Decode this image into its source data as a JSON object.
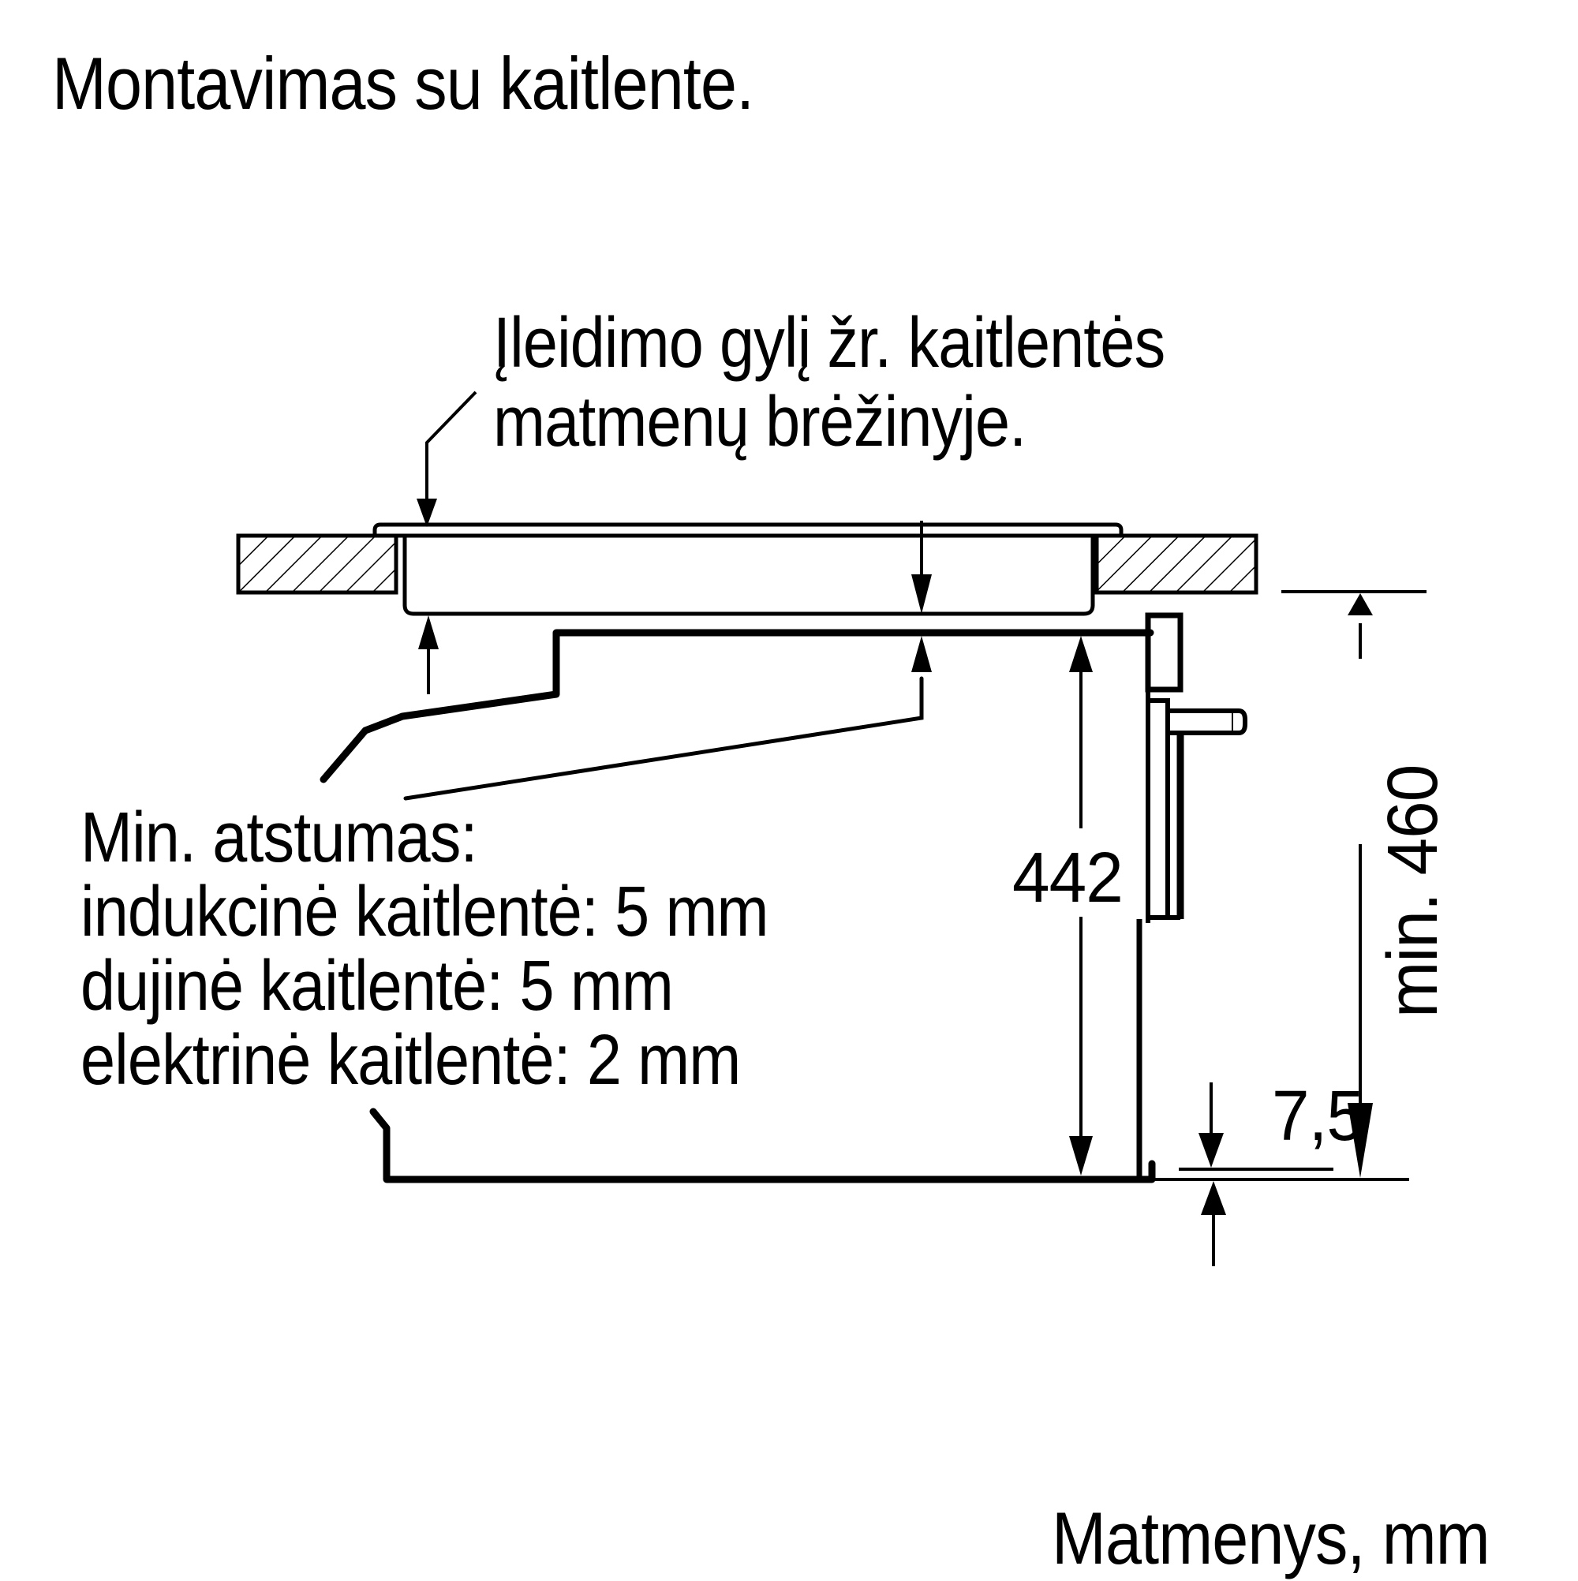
{
  "title": "Montavimas su kaitlente.",
  "note": {
    "line1": "Įleidimo gylį žr. kaitlentės",
    "line2": "matmenų brėžinyje."
  },
  "min_distance": {
    "heading": "Min. atstumas:",
    "items": [
      "indukcinė kaitlentė: 5 mm",
      "dujinė kaitlentė: 5 mm",
      "elektrinė kaitlentė: 2 mm"
    ]
  },
  "dimensions": {
    "appliance_height": "442",
    "niche_height": "min. 460",
    "bottom_offset": "7,5"
  },
  "units_label": "Matmenys, mm",
  "colors": {
    "line": "#000000",
    "background": "#ffffff"
  }
}
